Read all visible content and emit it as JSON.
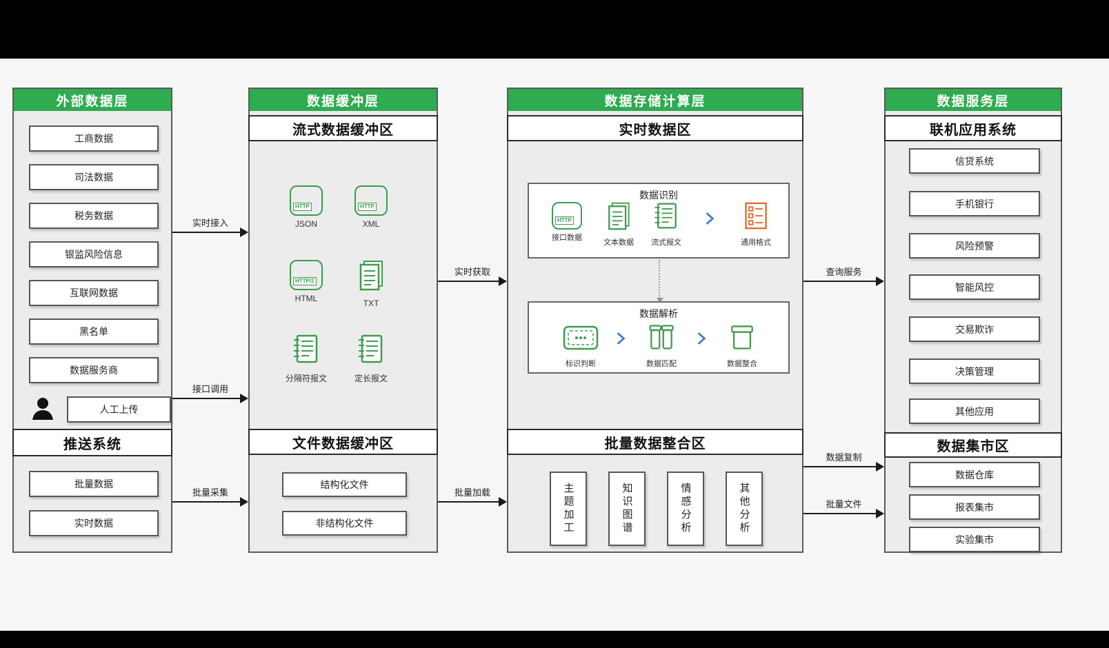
{
  "col1": {
    "title": "外部数据层",
    "items": [
      "工商数据",
      "司法数据",
      "税务数据",
      "银监风险信息",
      "互联网数据",
      "黑名单",
      "数据服务商"
    ],
    "manual_upload": "人工上传",
    "push_title": "推送系统",
    "push_items": [
      "批量数据",
      "实时数据"
    ]
  },
  "col2": {
    "title": "数据缓冲层",
    "stream_title": "流式数据缓冲区",
    "stream_icons": [
      {
        "label": "JSON",
        "badge": "HTTP"
      },
      {
        "label": "XML",
        "badge": "HTTP"
      },
      {
        "label": "HTML",
        "badge": "HTTP/2"
      },
      {
        "label": "TXT"
      },
      {
        "label": "分隔符报文"
      },
      {
        "label": "定长报文"
      }
    ],
    "file_title": "文件数据缓冲区",
    "file_items": [
      "结构化文件",
      "非结构化文件"
    ]
  },
  "col3": {
    "title": "数据存储计算层",
    "realtime_title": "实时数据区",
    "recognition_title": "数据识别",
    "recognition_items": [
      {
        "label": "接口数据",
        "badge": "HTTP"
      },
      {
        "label": "文本数据"
      },
      {
        "label": "流式报文"
      },
      {
        "label": "通用格式"
      }
    ],
    "parsing_title": "数据解析",
    "parsing_items": [
      "标识判断",
      "数据匹配",
      "数据整合"
    ],
    "batch_title": "批量数据整合区",
    "batch_items": [
      "主题加工",
      "知识图谱",
      "情感分析",
      "其他分析"
    ]
  },
  "col4": {
    "title": "数据服务层",
    "online_title": "联机应用系统",
    "online_items": [
      "信贷系统",
      "手机银行",
      "风险预警",
      "智能风控",
      "交易欺诈",
      "决策管理",
      "其他应用"
    ],
    "mart_title": "数据集市区",
    "mart_items": [
      "数据仓库",
      "报表集市",
      "实验集市"
    ]
  },
  "arrows": {
    "a1": "实时接入",
    "a2": "接口调用",
    "a3": "批量采集",
    "a4": "实时获取",
    "a5": "批量加载",
    "a6": "查询服务",
    "a7": "数据复制",
    "a8": "批量文件"
  },
  "colors": {
    "header_green": "#2fab50",
    "icon_green": "#3e9b4f",
    "icon_orange": "#e2662b",
    "chevron_blue": "#3d7bce"
  },
  "icons": {
    "http_file": "rounded-square-with-http-badge",
    "document": "stacked-pages-with-lines",
    "notebook": "spiral-notebook-with-lines",
    "checklist": "orange-list-with-checkbox-squares",
    "id_check": "rounded-badge-with-dashed-inner",
    "data_match": "two-cylinders",
    "data_merge": "storage-box",
    "person": "person-silhouette",
    "chevron": "blue-right-chevron"
  }
}
